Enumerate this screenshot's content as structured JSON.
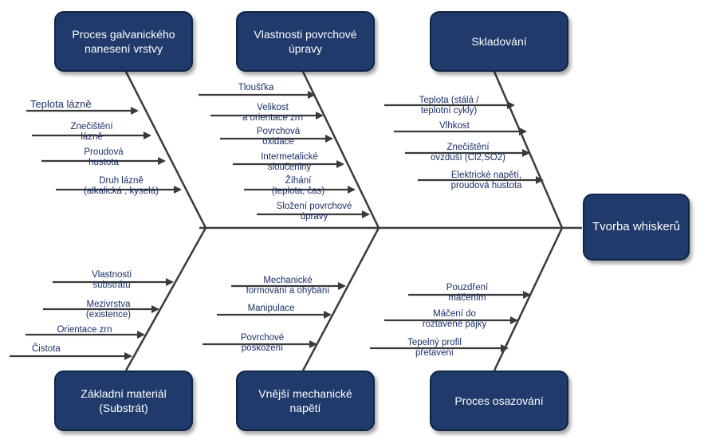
{
  "effect": "Tvorba whiskerů",
  "categories": {
    "top1": "Proces galvanického\nnanesení vrstvy",
    "top2": "Vlastnosti povrchové\núpravy",
    "top3": "Skladování",
    "bottom1": "Základní materiál\n(Substrát)",
    "bottom2": "Vnější mechanické\nnapětí",
    "bottom3": "Proces osazování"
  },
  "causes": {
    "top1": [
      "Teplota lázně",
      "Znečištění\nlázně",
      "Proudová\nhustota",
      "Druh lázně\n(alkalická , kyselá)"
    ],
    "top2": [
      "Tloušťka",
      "Velikost\na orientace zrn",
      "Povrchová\noxidace",
      "Intermetalické\nsloučeniny",
      "Žíhání\n(teplota, čas)",
      "Složení povrchové\núpravy"
    ],
    "top3": [
      "Teplota (stálá /\nteplotní cykly)",
      "Vlhkost",
      "Znečištění\novzduší (Cl2,SO2)",
      "Elektrické napětí,\nproudová hustota"
    ],
    "bottom1": [
      "Vlastnosti\nsubstrátu",
      "Mezivrstva\n(existence)",
      "Orientace zrn",
      "Čistota"
    ],
    "bottom2": [
      "Mechanické\nformování a ohýbání",
      "Manipulace",
      "Povrchové\npoškození"
    ],
    "bottom3": [
      "Pouzdření\nmáčením",
      "Máčení do\nroztavené pájky",
      "Tepelný profil\npřetavení"
    ]
  },
  "colors": {
    "box": "#1f3a6b",
    "line": "#3a3a3a",
    "text": "#1a2f66"
  }
}
